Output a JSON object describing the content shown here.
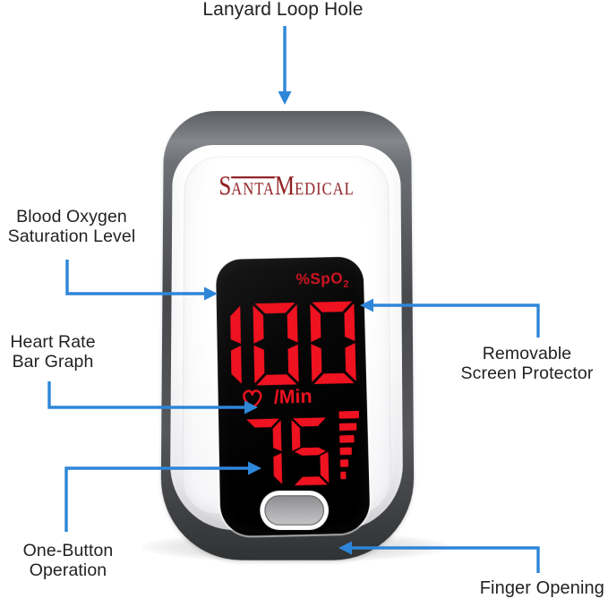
{
  "figure": {
    "background": "#ffffff"
  },
  "annotations": {
    "arrow_color": "#2e86d8",
    "text_color": "#222222",
    "lanyard": {
      "label": "Lanyard Loop Hole"
    },
    "blood_oxygen": {
      "line1": "Blood Oxygen",
      "line2": "Saturation Level"
    },
    "heart_rate": {
      "line1": "Heart Rate",
      "line2": "Bar Graph"
    },
    "one_button": {
      "line1": "One-Button",
      "line2": "Operation"
    },
    "screen_protector": {
      "line1": "Removable",
      "line2": "Screen Protector"
    },
    "finger_opening": {
      "label": "Finger Opening"
    }
  },
  "device": {
    "brand": {
      "name": "SantaMedical",
      "seg1": "S",
      "seg2": "ANTA",
      "seg3": "M",
      "seg4": "EDICAL",
      "color": "#8e1d20"
    },
    "display": {
      "led_color": "#ef1220",
      "spo2_unit": "%SpO",
      "spo2_unit_sub": "2",
      "spo2_value": "100",
      "pulse_value": "75",
      "pulse_unit": "/Min",
      "bar_graph_levels_percent": [
        100,
        86,
        72,
        58,
        42,
        25
      ]
    }
  }
}
